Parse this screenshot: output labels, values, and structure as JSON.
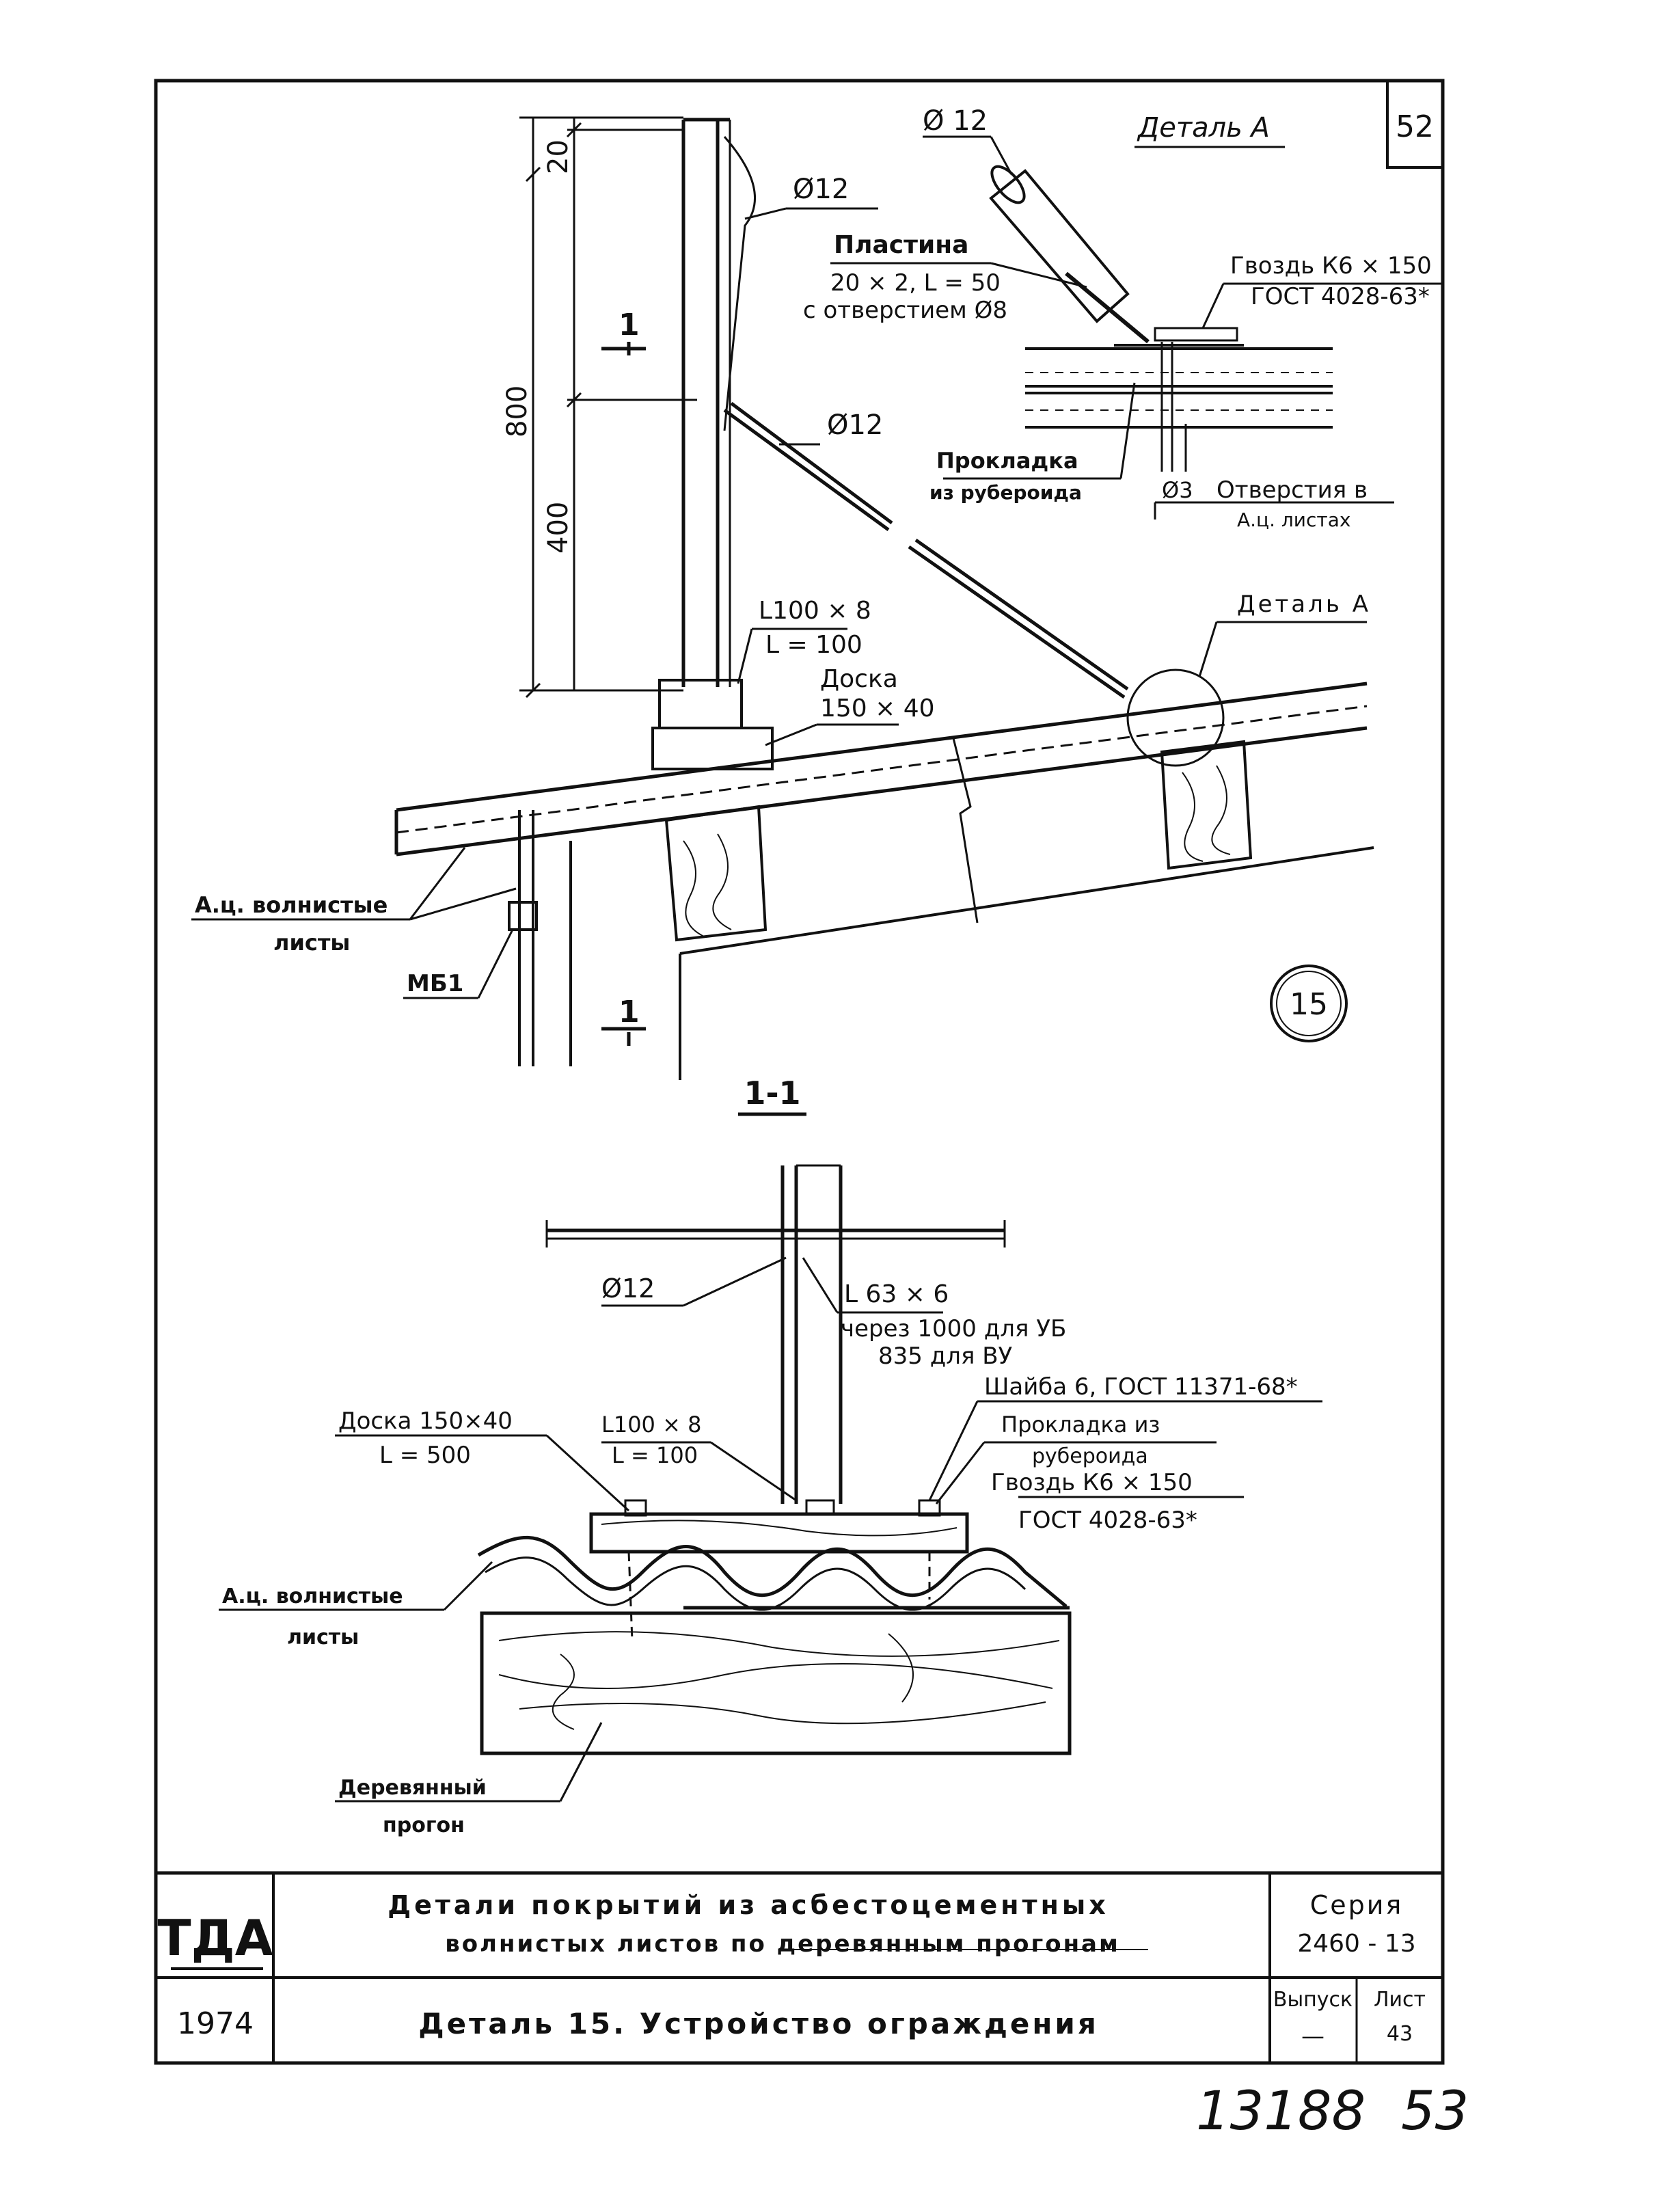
{
  "sheet_corner_number": "52",
  "detail_a": {
    "title": "Деталь А",
    "rod_diameter": "Ø 12",
    "plate_label": "Пластина",
    "plate_size": "20 × 2, L = 50",
    "plate_hole": "с отверстием Ø8",
    "nail_label": "Гвоздь К6 × 150",
    "nail_standard": "ГОСТ 4028-63*",
    "gasket_line1": "Прокладка",
    "gasket_line2": "из рубероида",
    "hole_diameter": "Ø3",
    "holes_line1": "Отверстия в",
    "holes_line2": "А.ц. листах"
  },
  "main_view": {
    "dim_top": "20",
    "dim_total": "800",
    "dim_lower": "400",
    "rod_top_label": "Ø12",
    "rod_mid_label": "Ø12",
    "angle_size": "L100 × 8",
    "angle_length": "L = 100",
    "board_line1": "Доска",
    "board_line2": "150 × 40",
    "detail_a_ref": "Деталь А",
    "sheets_line1": "А.ц. волнистые",
    "sheets_line2": "листы",
    "mark_mb1": "МБ1",
    "section_mark": "1",
    "detail_number": "15"
  },
  "section_view": {
    "title": "1-1",
    "rod_label": "Ø12",
    "angle_post": "L 63 × 6",
    "spacing_line1": "через 1000 для УБ",
    "spacing_line2": "835 для ВУ",
    "washer": "Шайба 6, ГОСТ 11371-68*",
    "gasket_line1": "Прокладка из",
    "gasket_line2": "рубероида",
    "nail_line1": "Гвоздь К6 × 150",
    "nail_line2": "ГОСТ 4028-63*",
    "board_line1": "Доска 150×40",
    "board_line2": "L = 500",
    "angle_line1": "L100 × 8",
    "angle_line2": "L = 100",
    "sheets_line1": "А.ц. волнистые",
    "sheets_line2": "листы",
    "purlin_line1": "Деревянный",
    "purlin_line2": "прогон"
  },
  "title_block": {
    "org_logo": "ТДА",
    "year": "1974",
    "title_line1": "Детали покрытий из асбестоцементных",
    "title_line2": "волнистых листов по деревянным прогонам",
    "subtitle": "Деталь 15. Устройство ограждения",
    "series_label": "Серия",
    "series_value": "2460 - 13",
    "issue_label": "Выпуск",
    "issue_value": "—",
    "sheet_label": "Лист",
    "sheet_value": "43"
  },
  "handwritten_note_1": "13188",
  "handwritten_note_2": "53"
}
